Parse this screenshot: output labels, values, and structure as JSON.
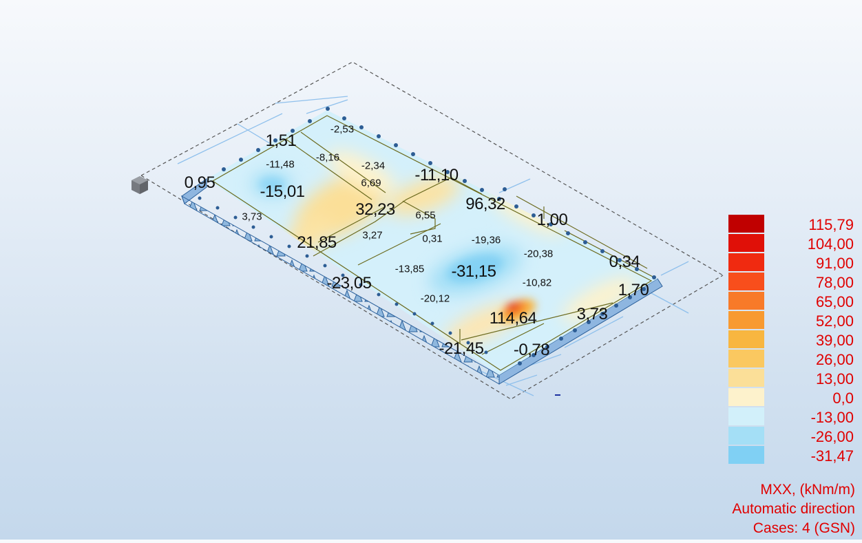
{
  "plot": {
    "labels_big": [
      {
        "id": "v-1-51",
        "text": "1,51"
      },
      {
        "id": "v-0-95",
        "text": "0,95"
      },
      {
        "id": "v-minus-15-01",
        "text": "-15,01"
      },
      {
        "id": "v-minus-11-10",
        "text": "-11,10"
      },
      {
        "id": "v-32-23",
        "text": "32,23"
      },
      {
        "id": "v-96-32",
        "text": "96,32"
      },
      {
        "id": "v-1-00",
        "text": "1,00"
      },
      {
        "id": "v-21-85",
        "text": "21,85"
      },
      {
        "id": "v-minus-31-15",
        "text": "-31,15"
      },
      {
        "id": "v-0-34",
        "text": "0,34"
      },
      {
        "id": "v-minus-23-05",
        "text": "-23,05"
      },
      {
        "id": "v-1-70",
        "text": "1,70"
      },
      {
        "id": "v-114-64",
        "text": "114,64"
      },
      {
        "id": "v-3-73b",
        "text": "3,73"
      },
      {
        "id": "v-minus-21-45",
        "text": "-21,45"
      },
      {
        "id": "v-minus-0-78",
        "text": "-0,78"
      }
    ],
    "labels_small": [
      {
        "id": "v-minus-2-53",
        "text": "-2,53"
      },
      {
        "id": "v-minus-8-16",
        "text": "-8,16"
      },
      {
        "id": "v-minus-11-48",
        "text": "-11,48"
      },
      {
        "id": "v-minus-2-34",
        "text": "-2,34"
      },
      {
        "id": "v-6-69",
        "text": "6,69"
      },
      {
        "id": "v-3-73a",
        "text": "3,73"
      },
      {
        "id": "v-6-55",
        "text": "6,55"
      },
      {
        "id": "v-3-27",
        "text": "3,27"
      },
      {
        "id": "v-0-31",
        "text": "0,31"
      },
      {
        "id": "v-minus-19-36",
        "text": "-19,36"
      },
      {
        "id": "v-minus-20-38",
        "text": "-20,38"
      },
      {
        "id": "v-minus-13-85",
        "text": "-13,85"
      },
      {
        "id": "v-minus-10-82",
        "text": "-10,82"
      },
      {
        "id": "v-minus-20-12",
        "text": "-20,12"
      }
    ]
  },
  "legend": {
    "items": [
      {
        "value": "115,79",
        "color": "#c00000"
      },
      {
        "value": "104,00",
        "color": "#e01008"
      },
      {
        "value": "91,00",
        "color": "#f02a10"
      },
      {
        "value": "78,00",
        "color": "#f84e1c"
      },
      {
        "value": "65,00",
        "color": "#f87a28"
      },
      {
        "value": "52,00",
        "color": "#f89a30"
      },
      {
        "value": "39,00",
        "color": "#f8b640"
      },
      {
        "value": "26,00",
        "color": "#fac860"
      },
      {
        "value": "13,00",
        "color": "#fbdf98"
      },
      {
        "value": "0,0",
        "color": "#fdf2cc"
      },
      {
        "value": "-13,00",
        "color": "#d2f0fa"
      },
      {
        "value": "-26,00",
        "color": "#a4dff6"
      },
      {
        "value": "-31,47",
        "color": "#80d0f4"
      }
    ],
    "quantity": "MXX, (kNm/m)",
    "direction": "Automatic direction",
    "cases": "Cases: 4 (GSN)"
  }
}
